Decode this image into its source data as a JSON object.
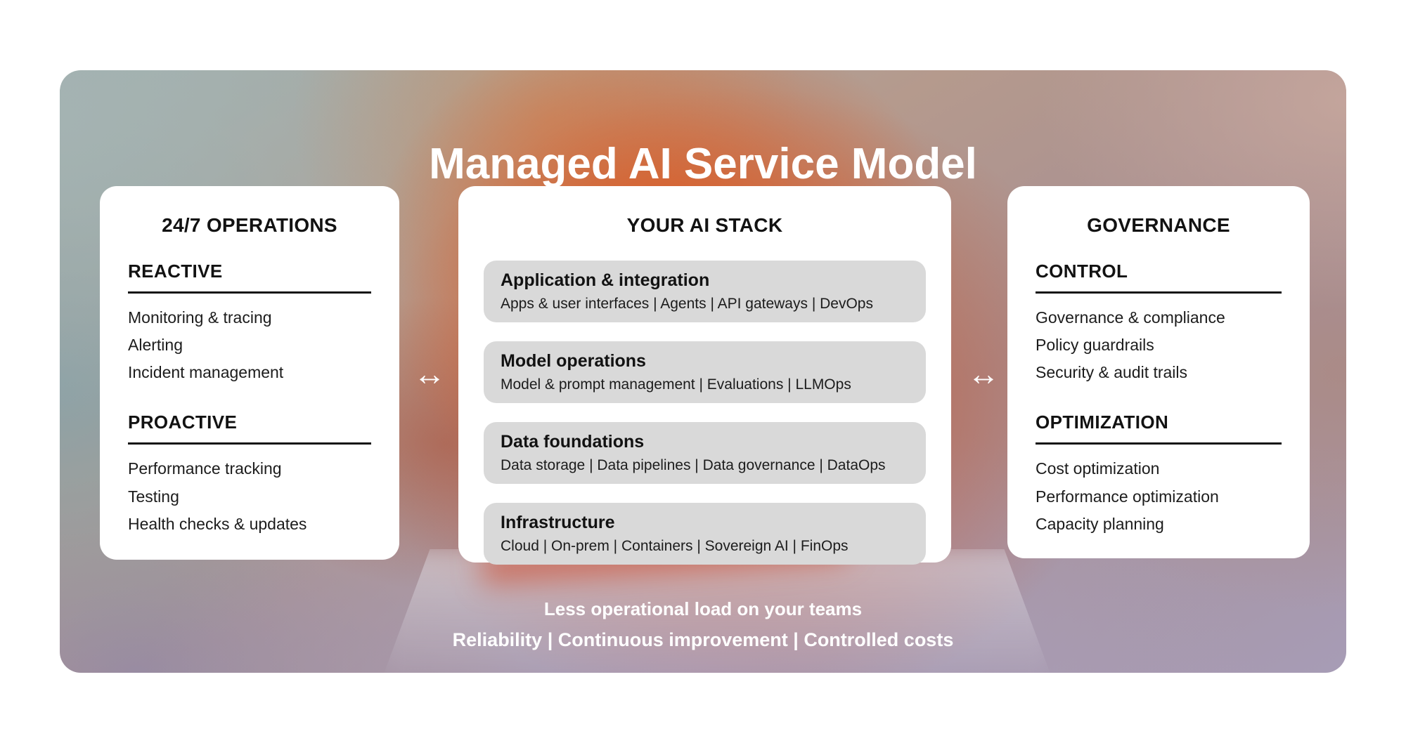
{
  "title": "Managed AI Service Model",
  "cards": {
    "operations": {
      "title": "24/7 OPERATIONS",
      "sections": [
        {
          "heading": "REACTIVE",
          "items": [
            "Monitoring & tracing",
            "Alerting",
            "Incident management"
          ]
        },
        {
          "heading": "PROACTIVE",
          "items": [
            "Performance tracking",
            "Testing",
            "Health checks & updates"
          ]
        }
      ]
    },
    "stack": {
      "title": "YOUR AI STACK",
      "layers": [
        {
          "heading": "Application & integration",
          "detail": "Apps & user interfaces | Agents | API gateways | DevOps"
        },
        {
          "heading": "Model operations",
          "detail": "Model & prompt management | Evaluations | LLMOps"
        },
        {
          "heading": "Data foundations",
          "detail": "Data storage | Data pipelines | Data governance | DataOps"
        },
        {
          "heading": "Infrastructure",
          "detail": "Cloud | On-prem | Containers | Sovereign AI | FinOps"
        }
      ]
    },
    "governance": {
      "title": "GOVERNANCE",
      "sections": [
        {
          "heading": "CONTROL",
          "items": [
            "Governance & compliance",
            "Policy guardrails",
            "Security & audit trails"
          ]
        },
        {
          "heading": "OPTIMIZATION",
          "items": [
            "Cost optimization",
            "Performance optimization",
            "Capacity planning"
          ]
        }
      ]
    }
  },
  "arrows": {
    "left": "↔",
    "right": "↔"
  },
  "footer": {
    "line1": "Less operational load on your teams",
    "line2": "Reliability | Continuous improvement | Controlled costs"
  },
  "colors": {
    "card_background": "#ffffff",
    "layer_background": "#d9d9d9",
    "text": "#161616",
    "title_text": "#ffffff",
    "gradient_teal": "#a4b3b2",
    "gradient_orange": "#d4571e",
    "gradient_rose": "#c4a59c",
    "gradient_lavender": "#a9a0bd"
  }
}
